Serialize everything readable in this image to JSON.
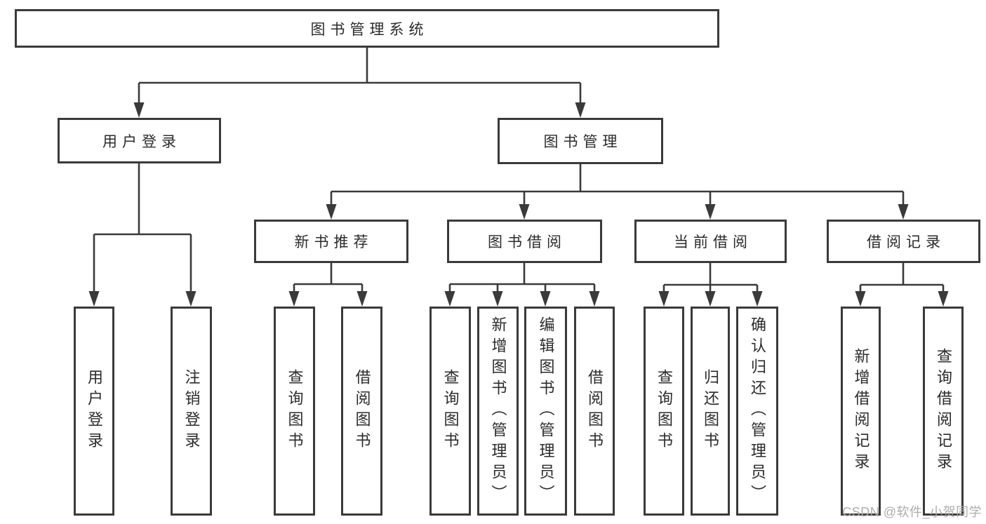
{
  "colors": {
    "line": "#3a3a3a",
    "text": "#2b2b2b",
    "watermark": "#adadad",
    "background": "#ffffff"
  },
  "tree": {
    "root": {
      "label": "图书管理系统"
    },
    "level2": [
      {
        "label": "用户登录"
      },
      {
        "label": "图书管理"
      }
    ],
    "level3": [
      {
        "label": "新书推荐"
      },
      {
        "label": "图书借阅"
      },
      {
        "label": "当前借阅"
      },
      {
        "label": "借阅记录"
      }
    ],
    "leaves": {
      "user": [
        {
          "label": "用户登录"
        },
        {
          "label": "注销登录"
        }
      ],
      "newbook": [
        {
          "label": "查询图书"
        },
        {
          "label": "借阅图书"
        }
      ],
      "borrow": [
        {
          "label": "查询图书"
        },
        {
          "label": "新增图书（管理员）"
        },
        {
          "label": "编辑图书（管理员）"
        },
        {
          "label": "借阅图书"
        }
      ],
      "current": [
        {
          "label": "查询图书"
        },
        {
          "label": "归还图书"
        },
        {
          "label": "确认归还（管理员）"
        }
      ],
      "records": [
        {
          "label": "新增借阅记录"
        },
        {
          "label": "查询借阅记录"
        }
      ]
    }
  },
  "watermark": {
    "text": "CSDN @软件_小贺同学"
  }
}
